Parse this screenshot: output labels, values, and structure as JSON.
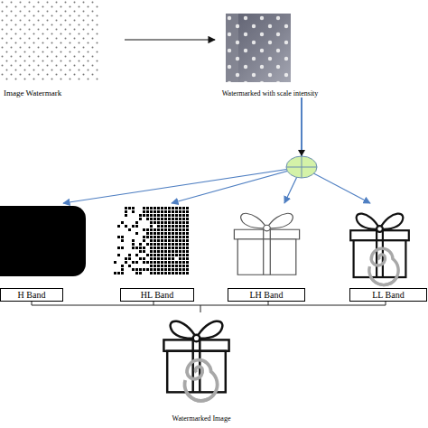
{
  "diagram": {
    "nodes": [
      {
        "text": [
          "Image Watermark"
        ]
      },
      {
        "text": [
          "Watermarked with scale intensity"
        ]
      },
      {
        "text": [
          "H Band"
        ]
      },
      {
        "text": [
          "HL Band"
        ]
      },
      {
        "text": [
          "LH Band"
        ]
      },
      {
        "text": [
          "LL Band"
        ]
      },
      {
        "text": [
          "Watermarked Image"
        ]
      }
    ],
    "edges": [
      {
        "from": 0,
        "to": 1,
        "arrow": "to"
      },
      {
        "from": 1,
        "to": 2,
        "arrow": "to"
      },
      {
        "from": 1,
        "to": 3,
        "arrow": "to"
      },
      {
        "from": 1,
        "to": 4,
        "arrow": "to"
      },
      {
        "from": 1,
        "to": 5,
        "arrow": "to"
      }
    ]
  }
}
